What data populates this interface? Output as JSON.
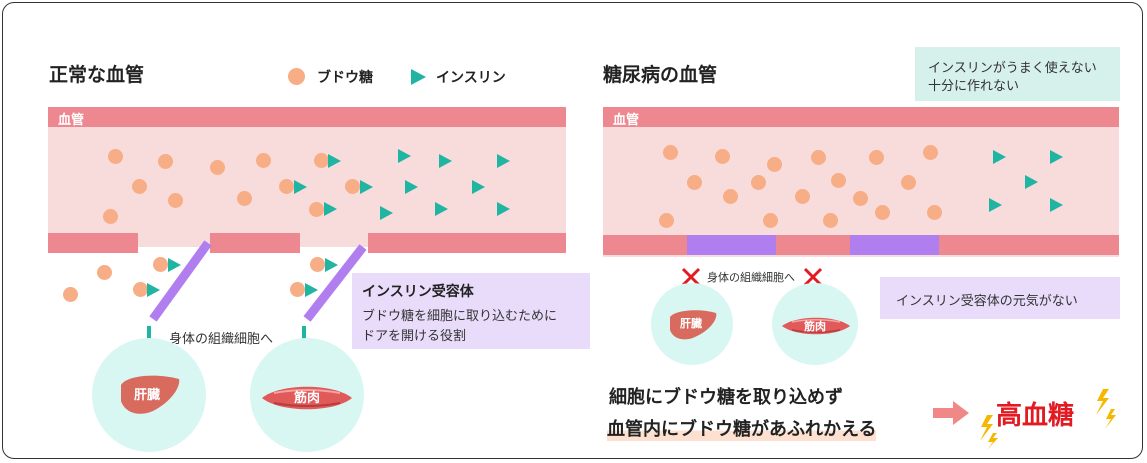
{
  "left": {
    "title": "正常な血管",
    "vessel_label": "血管",
    "target_label": "身体の組織細胞へ",
    "liver_label": "肝臓",
    "muscle_label": "筋肉",
    "receptor_box": {
      "title": "インスリン受容体",
      "line1": "ブドウ糖を細胞に取り込むために",
      "line2": "ドアを開ける役割"
    }
  },
  "legend": {
    "glucose": "ブドウ糖",
    "insulin": "インスリン"
  },
  "right": {
    "title": "糖尿病の血管",
    "vessel_label": "血管",
    "info_line1": "インスリンがうまく使えない",
    "info_line2": "十分に作れない",
    "target_label": "身体の組織細胞へ",
    "liver_label": "肝臓",
    "muscle_label": "筋肉",
    "receptor_note": "インスリン受容体の元気がない",
    "result_line1": "細胞にブドウ糖を取り込めず",
    "result_line2": "血管内にブドウ糖があふれかえる",
    "outcome": "高血糖"
  },
  "colors": {
    "glucose": "#f7ad85",
    "insulin": "#1fb5a2",
    "vessel_wall": "#ee8890",
    "vessel_inside": "#f8dcdc",
    "receptor": "#b17ef0",
    "cell": "#d9f7f2",
    "alert": "#e21b23",
    "spark": "#f5b800"
  }
}
